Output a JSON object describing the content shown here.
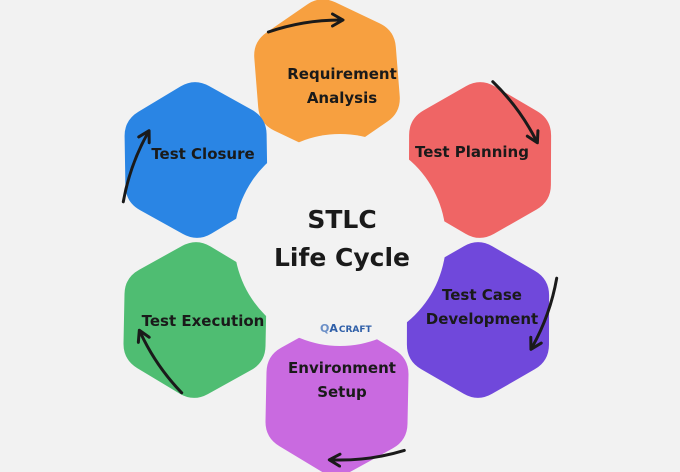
{
  "center": {
    "line1": "STLC",
    "line2": "Life Cycle"
  },
  "steps": [
    {
      "lines": [
        "Requirement",
        "Analysis"
      ],
      "color": "#f7a040"
    },
    {
      "lines": [
        "Test Planning"
      ],
      "color": "#ef6565"
    },
    {
      "lines": [
        "Test Case",
        "Development"
      ],
      "color": "#7048db"
    },
    {
      "lines": [
        "Environment",
        "Setup"
      ],
      "color": "#c96ae0"
    },
    {
      "lines": [
        "Test Execution"
      ],
      "color": "#4fbd72"
    },
    {
      "lines": [
        "Test Closure"
      ],
      "color": "#2a85e4"
    }
  ],
  "logo": {
    "q": "Q",
    "a": "A",
    "craft": "CRAFT"
  },
  "flow_direction": "clockwise"
}
